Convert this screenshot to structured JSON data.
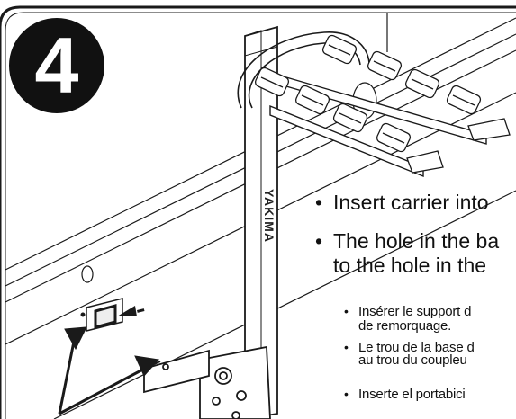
{
  "step": {
    "number": "4"
  },
  "product": {
    "logo": "YAKIMA"
  },
  "instructions": {
    "en": [
      "Insert carrier into",
      "The hole in the ba",
      "to the hole in the"
    ],
    "fr": [
      "Insérer le support d",
      "de remorquage.",
      "Le trou de la base d",
      "au trou du coupleu"
    ],
    "es": [
      "Inserte el portabici"
    ]
  },
  "colors": {
    "line": "#1a1a1a",
    "background": "#ffffff",
    "badge": "#111111"
  }
}
